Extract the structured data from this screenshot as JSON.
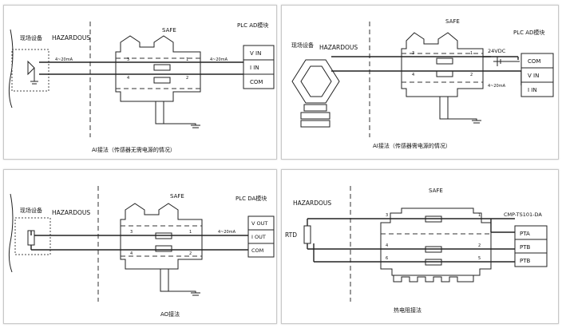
{
  "panels": [
    {
      "safe": "SAFE",
      "plc": "PLC  AD模块",
      "field": "现场设备",
      "hazardous": "HAZARDOUS",
      "current_left": "4~20mA",
      "current_right": "4~20mA",
      "terminals": [
        "V IN",
        "I IN",
        "COM"
      ],
      "pins": [
        "3",
        "1",
        "4",
        "2"
      ],
      "caption": "AI接法（传感器无需电源的情况）"
    },
    {
      "safe": "SAFE",
      "plc": "PLC  AD模块",
      "field": "现场设备",
      "hazardous": "HAZARDOUS",
      "supply": "24VDC",
      "current": "4~20mA",
      "terminals": [
        "COM",
        "V IN",
        "I IN"
      ],
      "pins": [
        "3",
        "1",
        "4",
        "2"
      ],
      "caption": "AI接法（传感器需电源的情况）"
    },
    {
      "safe": "SAFE",
      "plc": "PLC  DA模块",
      "field": "现场设备",
      "hazardous": "HAZARDOUS",
      "current": "4~20mA",
      "terminals": [
        "V OUT",
        "I OUT",
        "COM"
      ],
      "pins": [
        "3",
        "1",
        "4",
        "2"
      ],
      "caption": "AO接法"
    },
    {
      "safe": "SAFE",
      "hazardous": "HAZARDOUS",
      "model": "CMP-TS101-DA",
      "sensor": "RTD",
      "terminals": [
        "PTA",
        "PTB",
        "PTB"
      ],
      "pins": [
        "3",
        "1",
        "4",
        "2",
        "6",
        "5"
      ],
      "caption": "热电阻接法"
    }
  ]
}
